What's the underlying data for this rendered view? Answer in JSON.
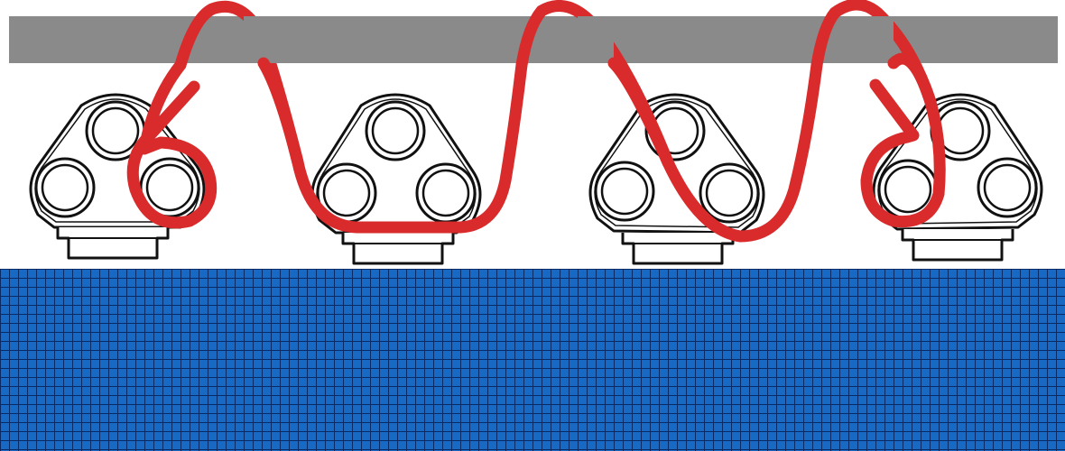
{
  "diagram": {
    "colors": {
      "background": "#ffffff",
      "bar": "#8a8a8b",
      "rope": "#d92b2b",
      "outline": "#111111",
      "mesh_fill": "#1769c4",
      "mesh_lines": "#0a2a66"
    },
    "components": [
      {
        "name": "bar",
        "description_shown": false
      },
      {
        "name": "tie-down-clips",
        "count": 4
      },
      {
        "name": "rope",
        "count": 1
      },
      {
        "name": "mesh-panel",
        "count": 1
      }
    ]
  }
}
